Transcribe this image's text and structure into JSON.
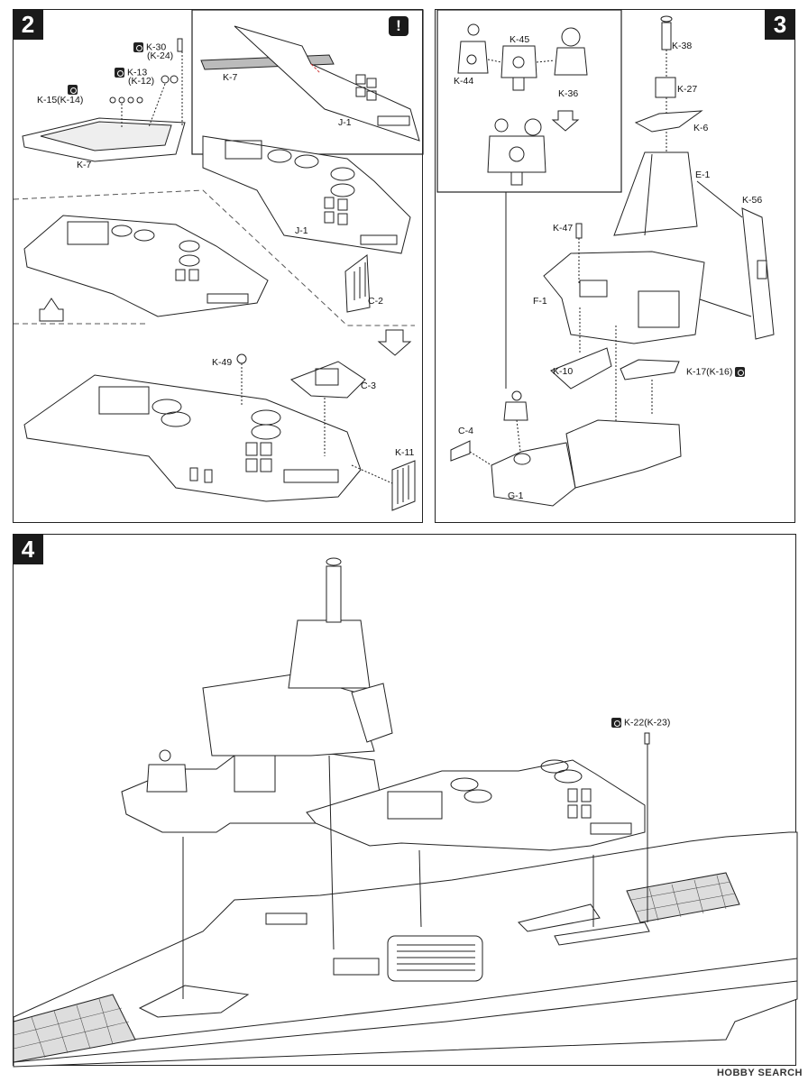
{
  "steps": {
    "s2": "2",
    "s3": "3",
    "s4": "4"
  },
  "warning_glyph": "!",
  "labels": {
    "k30": "K-30",
    "k24": "(K-24)",
    "k13": "K-13",
    "k12": "(K-12)",
    "k15": "K-15(K-14)",
    "k7a": "K-7",
    "k7b": "K-7",
    "j1a": "J-1",
    "j1b": "J-1",
    "c2": "C-2",
    "k49": "K-49",
    "c3": "C-3",
    "k11": "K-11",
    "k44": "K-44",
    "k45": "K-45",
    "k36": "K-36",
    "k38": "K-38",
    "k27": "K-27",
    "k6": "K-6",
    "e1": "E-1",
    "k56": "K-56",
    "k47": "K-47",
    "f1": "F-1",
    "k10": "K-10",
    "k17": "K-17(K-16)",
    "c4": "C-4",
    "g1": "G-1",
    "k22": "K-22(K-23)"
  },
  "footer": "HOBBY SEARCH"
}
